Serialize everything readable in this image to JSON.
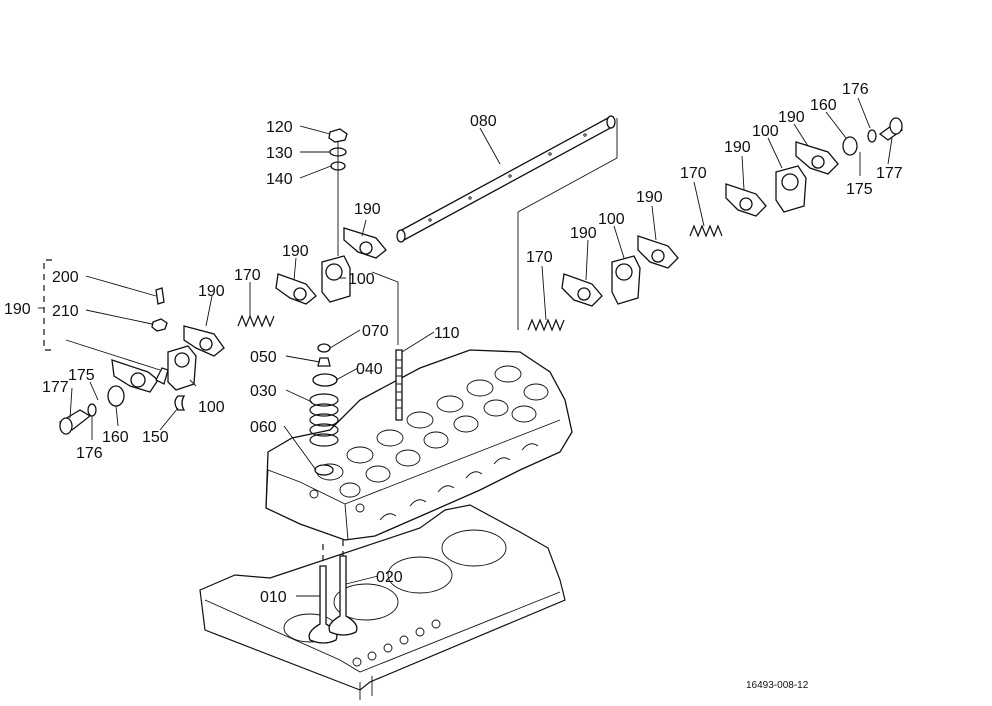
{
  "labels": {
    "l120": "120",
    "l130": "130",
    "l140": "140",
    "l080": "080",
    "l190_a": "190",
    "l190_b": "190",
    "l190_c": "190",
    "l190_d": "190",
    "l190_e": "190",
    "l190_f": "190",
    "l190_g": "190",
    "l170_a": "170",
    "l170_b": "170",
    "l170_c": "170",
    "l100_a": "100",
    "l100_b": "100",
    "l100_c": "100",
    "l100_d": "100",
    "l200": "200",
    "l210": "210",
    "l070": "070",
    "l050": "050",
    "l040": "040",
    "l030": "030",
    "l060": "060",
    "l110": "110",
    "l020": "020",
    "l010": "010",
    "l175_a": "175",
    "l175_b": "175",
    "l177_a": "177",
    "l177_b": "177",
    "l176_a": "176",
    "l176_b": "176",
    "l160_a": "160",
    "l160_b": "160",
    "l150": "150"
  },
  "drawing_ref": "16493-008-12"
}
